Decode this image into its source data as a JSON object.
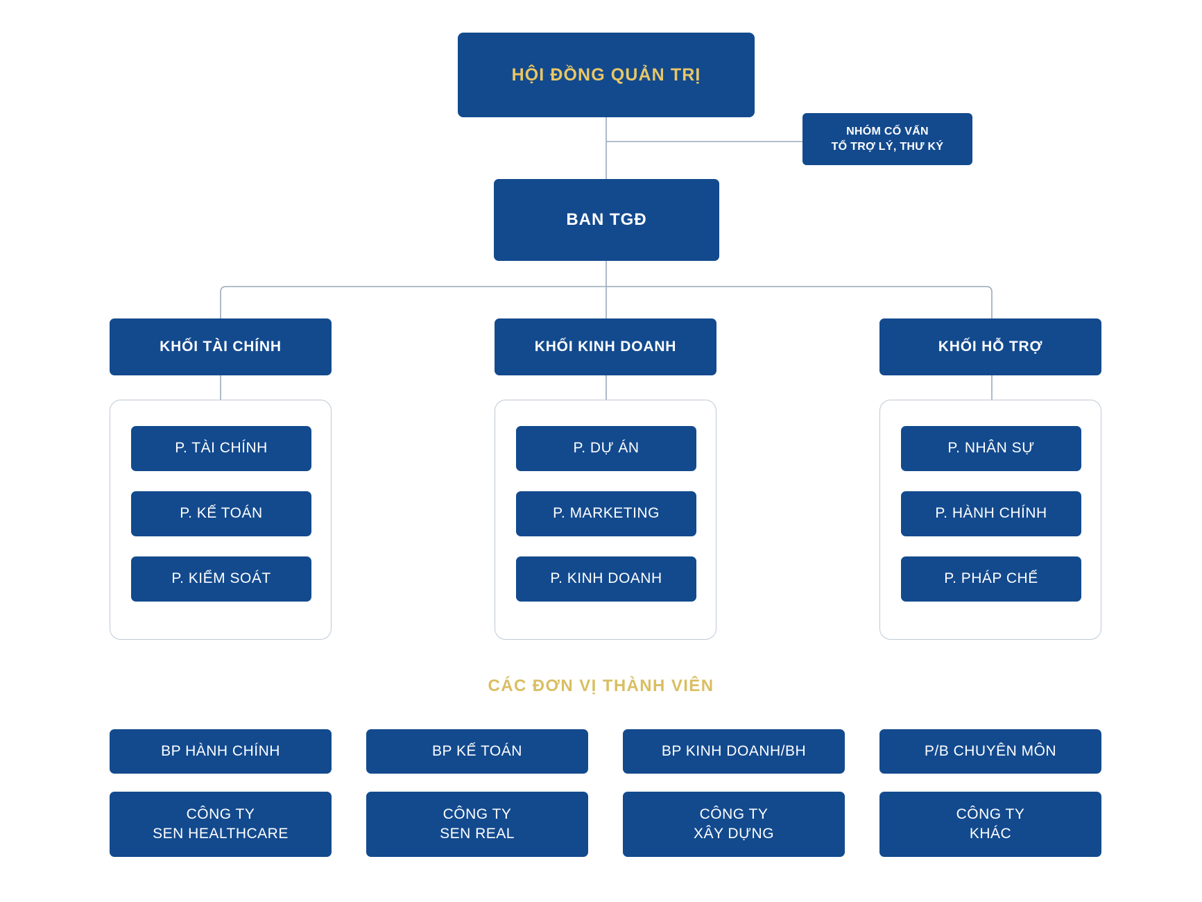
{
  "meta": {
    "colors": {
      "box_navy": "#134A8E",
      "accent_gold": "#E9C765",
      "title_gold": "#D9BE62",
      "connector_line": "#9AA8BA",
      "group_border": "#BFC9D4",
      "text_white": "#FFFFFF",
      "background": "#FFFFFF"
    }
  },
  "board": {
    "label": "HỘI ĐỒNG QUẢN TRỊ"
  },
  "advisors": {
    "label": "NHÓM CỐ VẤN\nTỔ TRỢ LÝ, THƯ KÝ"
  },
  "ceo": {
    "label": "BAN TGĐ"
  },
  "divisions": [
    {
      "label": "KHỐI TÀI CHÍNH",
      "departments": [
        {
          "label": "P. TÀI CHÍNH"
        },
        {
          "label": "P. KẾ TOÁN"
        },
        {
          "label": "P. KIỂM SOÁT"
        }
      ]
    },
    {
      "label": "KHỐI KINH DOANH",
      "departments": [
        {
          "label": "P. DỰ ÁN"
        },
        {
          "label": "P. MARKETING"
        },
        {
          "label": "P. KINH DOANH"
        }
      ]
    },
    {
      "label": "KHỐI HỖ TRỢ",
      "departments": [
        {
          "label": "P. NHÂN SỰ"
        },
        {
          "label": "P. HÀNH CHÍNH"
        },
        {
          "label": "P. PHÁP CHẾ"
        }
      ]
    }
  ],
  "members": {
    "title": "CÁC ĐƠN VỊ THÀNH VIÊN",
    "row_a": [
      {
        "label": "BP HÀNH CHÍNH"
      },
      {
        "label": "BP KẾ TOÁN"
      },
      {
        "label": "BP KINH DOANH/BH"
      },
      {
        "label": "P/B CHUYÊN MÔN"
      }
    ],
    "row_b": [
      {
        "label": "CÔNG TY\nSEN HEALTHCARE"
      },
      {
        "label": "CÔNG TY\nSEN REAL"
      },
      {
        "label": "CÔNG TY\nXÂY DỰNG"
      },
      {
        "label": "CÔNG TY\nKHÁC"
      }
    ]
  }
}
